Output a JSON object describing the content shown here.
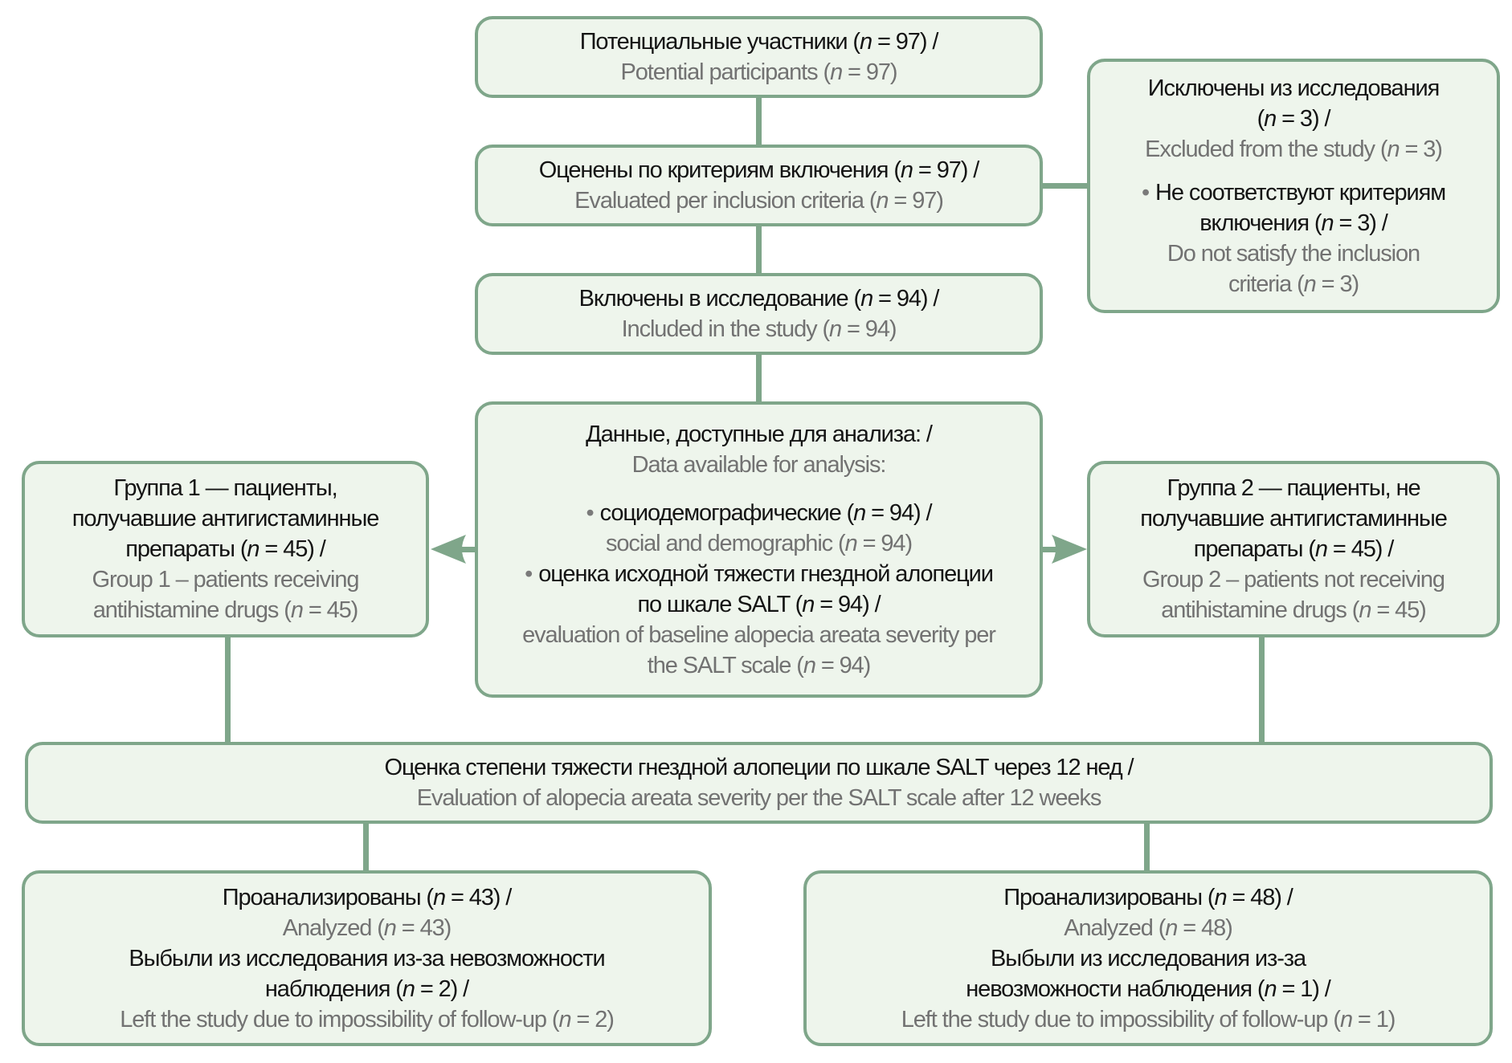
{
  "colors": {
    "border": "#7fa68a",
    "box_fill": "#eef5ec",
    "text_primary": "#141414",
    "text_secondary": "#727272"
  },
  "boxes": {
    "potential": {
      "ru": "Потенциальные участники (n = 97) /",
      "en": "Potential participants (n = 97)"
    },
    "evaluated": {
      "ru": "Оценены по критериям включения (n = 97) /",
      "en": "Evaluated per inclusion criteria (n = 97)"
    },
    "included": {
      "ru": "Включены в исследование (n = 94) /",
      "en": "Included in the study (n = 94)"
    },
    "excluded": {
      "ru_1": "Исключены из исследования",
      "ru_2": "(n = 3) /",
      "en": "Excluded from the study (n = 3)",
      "bullet_ru_1": "Не соответствуют критериям",
      "bullet_ru_2": "включения (n = 3) /",
      "bullet_en_1": "Do not satisfy the inclusion",
      "bullet_en_2": "criteria (n = 3)"
    },
    "data_available": {
      "ru": "Данные, доступные для анализа: /",
      "en": "Data available for analysis:",
      "item1_ru": "социодемографические (n = 94) /",
      "item1_en": "social and demographic (n = 94)",
      "item2_ru_1": "оценка исходной тяжести гнездной алопеции",
      "item2_ru_2": "по шкале SALT (n = 94) /",
      "item2_en_1": "evaluation of baseline alopecia areata severity per",
      "item2_en_2": "the SALT scale (n = 94)"
    },
    "group1": {
      "ru_1": "Группа 1 — пациенты,",
      "ru_2": "получавшие антигистаминные",
      "ru_3": "препараты (n = 45) /",
      "en_1": "Group 1 – patients receiving",
      "en_2": "antihistamine drugs (n = 45)"
    },
    "group2": {
      "ru_1": "Группа 2 — пациенты, не",
      "ru_2": "получавшие антигистаминные",
      "ru_3": "препараты (n = 45) /",
      "en_1": "Group 2 – patients not receiving",
      "en_2": "antihistamine drugs (n = 45)"
    },
    "evaluation_12w": {
      "ru": "Оценка степени тяжести гнездной алопеции по шкале SALT через 12 нед /",
      "en": "Evaluation of alopecia areata severity per the SALT scale after 12 weeks"
    },
    "analyzed1": {
      "ru_1": "Проанализированы (n = 43) /",
      "en_1": "Analyzed (n = 43)",
      "ru_2": "Выбыли из исследования из-за невозможности",
      "ru_3": "наблюдения (n = 2) /",
      "en_2": "Left the study due to impossibility of follow-up (n = 2)"
    },
    "analyzed2": {
      "ru_1": "Проанализированы (n = 48) /",
      "en_1": "Analyzed (n = 48)",
      "ru_2": "Выбыли из исследования из-за",
      "ru_3": "невозможности наблюдения (n = 1) /",
      "en_2": "Left the study due to impossibility of follow-up (n = 1)"
    }
  }
}
